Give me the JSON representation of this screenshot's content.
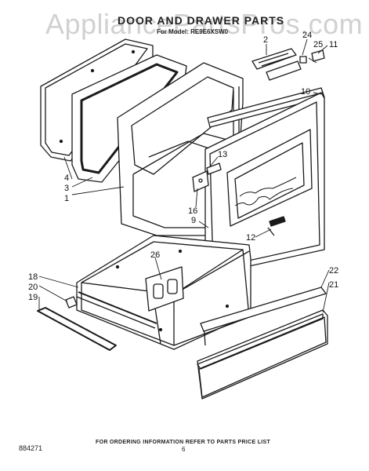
{
  "watermark": "AppliancePartsPros.com",
  "title": "DOOR AND DRAWER PARTS",
  "subtitle": "For Model: RE9E6XSW0",
  "footer_note": "FOR ORDERING INFORMATION REFER TO PARTS PRICE LIST",
  "doc_number": "884271",
  "page_number": "6",
  "callouts": {
    "c2": "2",
    "c24": "24",
    "c25": "25",
    "c11": "11",
    "c10": "10",
    "c13": "13",
    "c4": "4",
    "c3": "3",
    "c1": "1",
    "c16": "16",
    "c9": "9",
    "c12": "12",
    "c26": "26",
    "c18": "18",
    "c20": "20",
    "c19": "19",
    "c22": "22",
    "c21": "21"
  }
}
